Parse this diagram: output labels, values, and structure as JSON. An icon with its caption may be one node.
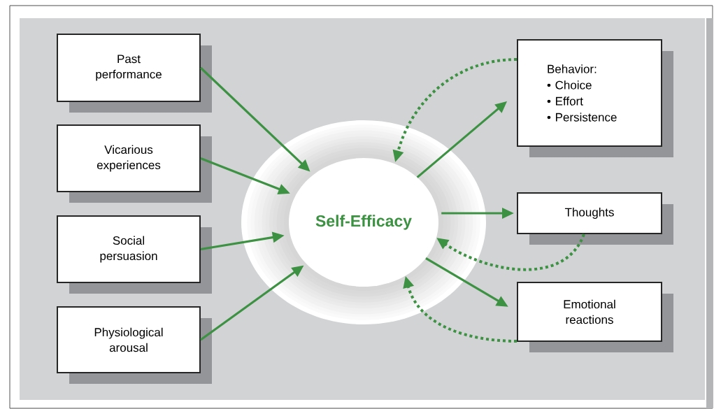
{
  "diagram": {
    "nodes": [
      {
        "text": [
          "Past performance"
        ]
      },
      {
        "text": [
          "Vicarious experiences"
        ]
      },
      {
        "text": [
          "Social persuasion"
        ]
      },
      {
        "text": [
          "Physiological arousal"
        ]
      },
      {
        "text": [
          "Self-Efficacy"
        ]
      },
      {
        "text": [
          "Behavior:",
          "• Choice",
          "• Effort",
          "• Persistence"
        ]
      },
      {
        "text": [
          "Thoughts"
        ]
      },
      {
        "text": [
          "Emotional reactions"
        ]
      }
    ],
    "edges": [
      {
        "from": 0,
        "to": 4,
        "arrow": "to"
      },
      {
        "from": 1,
        "to": 4,
        "arrow": "to"
      },
      {
        "from": 2,
        "to": 4,
        "arrow": "to"
      },
      {
        "from": 3,
        "to": 4,
        "arrow": "to"
      },
      {
        "from": 4,
        "to": 5,
        "arrow": "to"
      },
      {
        "from": 4,
        "to": 6,
        "arrow": "to"
      },
      {
        "from": 4,
        "to": 7,
        "arrow": "to"
      },
      {
        "from": 5,
        "to": 4,
        "arrow": "to",
        "style": "dashed"
      },
      {
        "from": 6,
        "to": 4,
        "arrow": "to",
        "style": "dashed"
      },
      {
        "from": 7,
        "to": 4,
        "arrow": "to",
        "style": "dashed"
      }
    ]
  }
}
